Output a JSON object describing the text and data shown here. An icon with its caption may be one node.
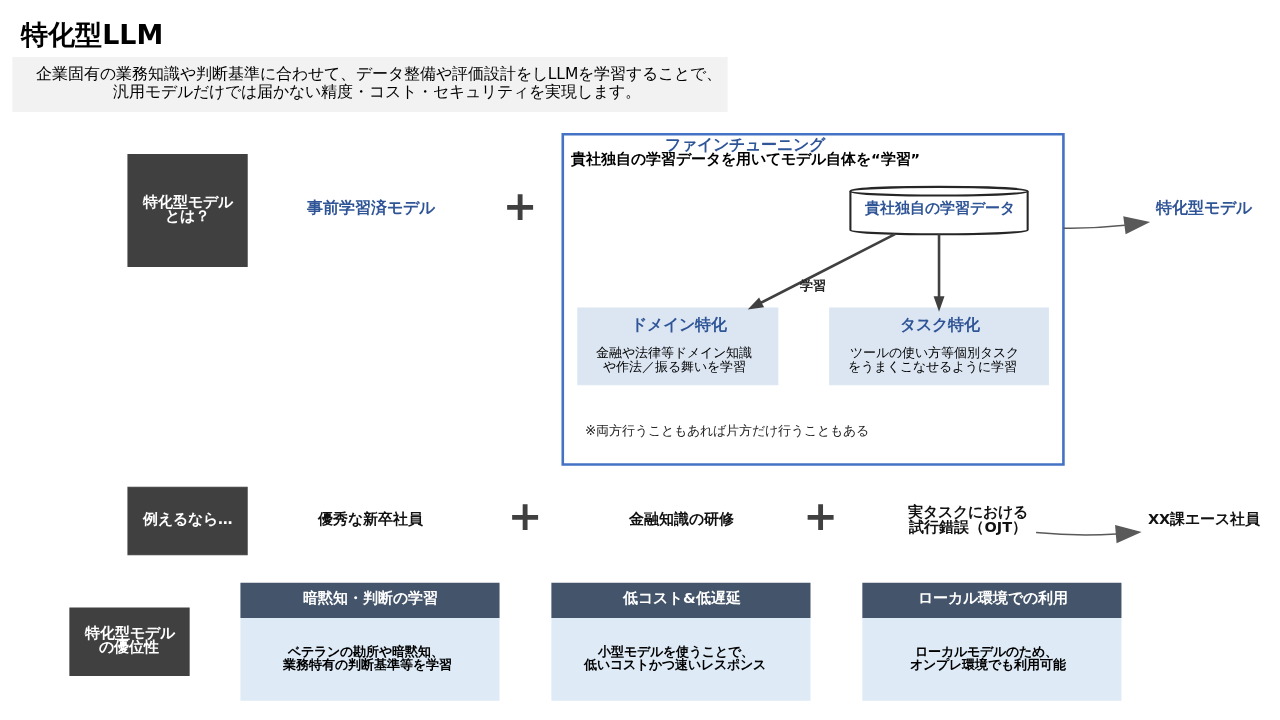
{
  "diagram": {
    "title": "特化型LLM",
    "nodes": [
      {
        "text": [
          "企業固有の業務知識や判断基準に合わせて、データ整備や評価設計をしLLMを学習することで、汎用モデルだけでは届かない精度・コスト・セキュリティを実現します。"
        ]
      },
      {
        "text": [
          "特化型モデルとは？"
        ]
      },
      {
        "text": [
          "事前学習済モデル"
        ]
      },
      {
        "text": [
          "ファインチューニング",
          "貴社独自の学習データを用いてモデル自体を“学習”"
        ]
      },
      {
        "text": [
          "貴社独自の学習データ"
        ],
        "in": 3
      },
      {
        "text": [
          "ドメイン特化",
          "金融や法律等ドメイン知識や作法／振る舞いを学習"
        ],
        "in": 3
      },
      {
        "text": [
          "タスク特化",
          "ツールの使い方等個別タスクをうまくこなせるように学習"
        ],
        "in": 3
      },
      {
        "text": [
          "特化型モデル"
        ]
      },
      {
        "text": [
          "例えるなら…"
        ]
      },
      {
        "text": [
          "優秀な新卒社員"
        ]
      },
      {
        "text": [
          "金融知識の研修"
        ]
      },
      {
        "text": [
          "実タスクにおける試行錯誤（OJT）"
        ]
      },
      {
        "text": [
          "XX課エース社員"
        ]
      },
      {
        "text": [
          "特化型モデルの優位性"
        ]
      },
      {
        "text": [
          "暗黙知・判断の学習",
          "ベテランの勘所や暗黙知、業務特有の判断基準等を学習"
        ]
      },
      {
        "text": [
          "低コスト&低遅延",
          "小型モデルを使うことで、低いコストかつ速いレスポンス"
        ]
      },
      {
        "text": [
          "ローカル環境での利用",
          "ローカルモデルのため、オンプレ環境でも利用可能"
        ]
      }
    ],
    "edges": [
      {
        "from": 4,
        "to": 5,
        "arrow": "to",
        "label": "学習"
      },
      {
        "from": 4,
        "to": 6,
        "arrow": "to"
      },
      {
        "from": 3,
        "to": 7,
        "arrow": "to"
      },
      {
        "from": 11,
        "to": 12,
        "arrow": "to"
      }
    ],
    "labels": [
      "+",
      "※両方行うこともあれば片方だけ行うこともある",
      "+",
      "+"
    ]
  }
}
